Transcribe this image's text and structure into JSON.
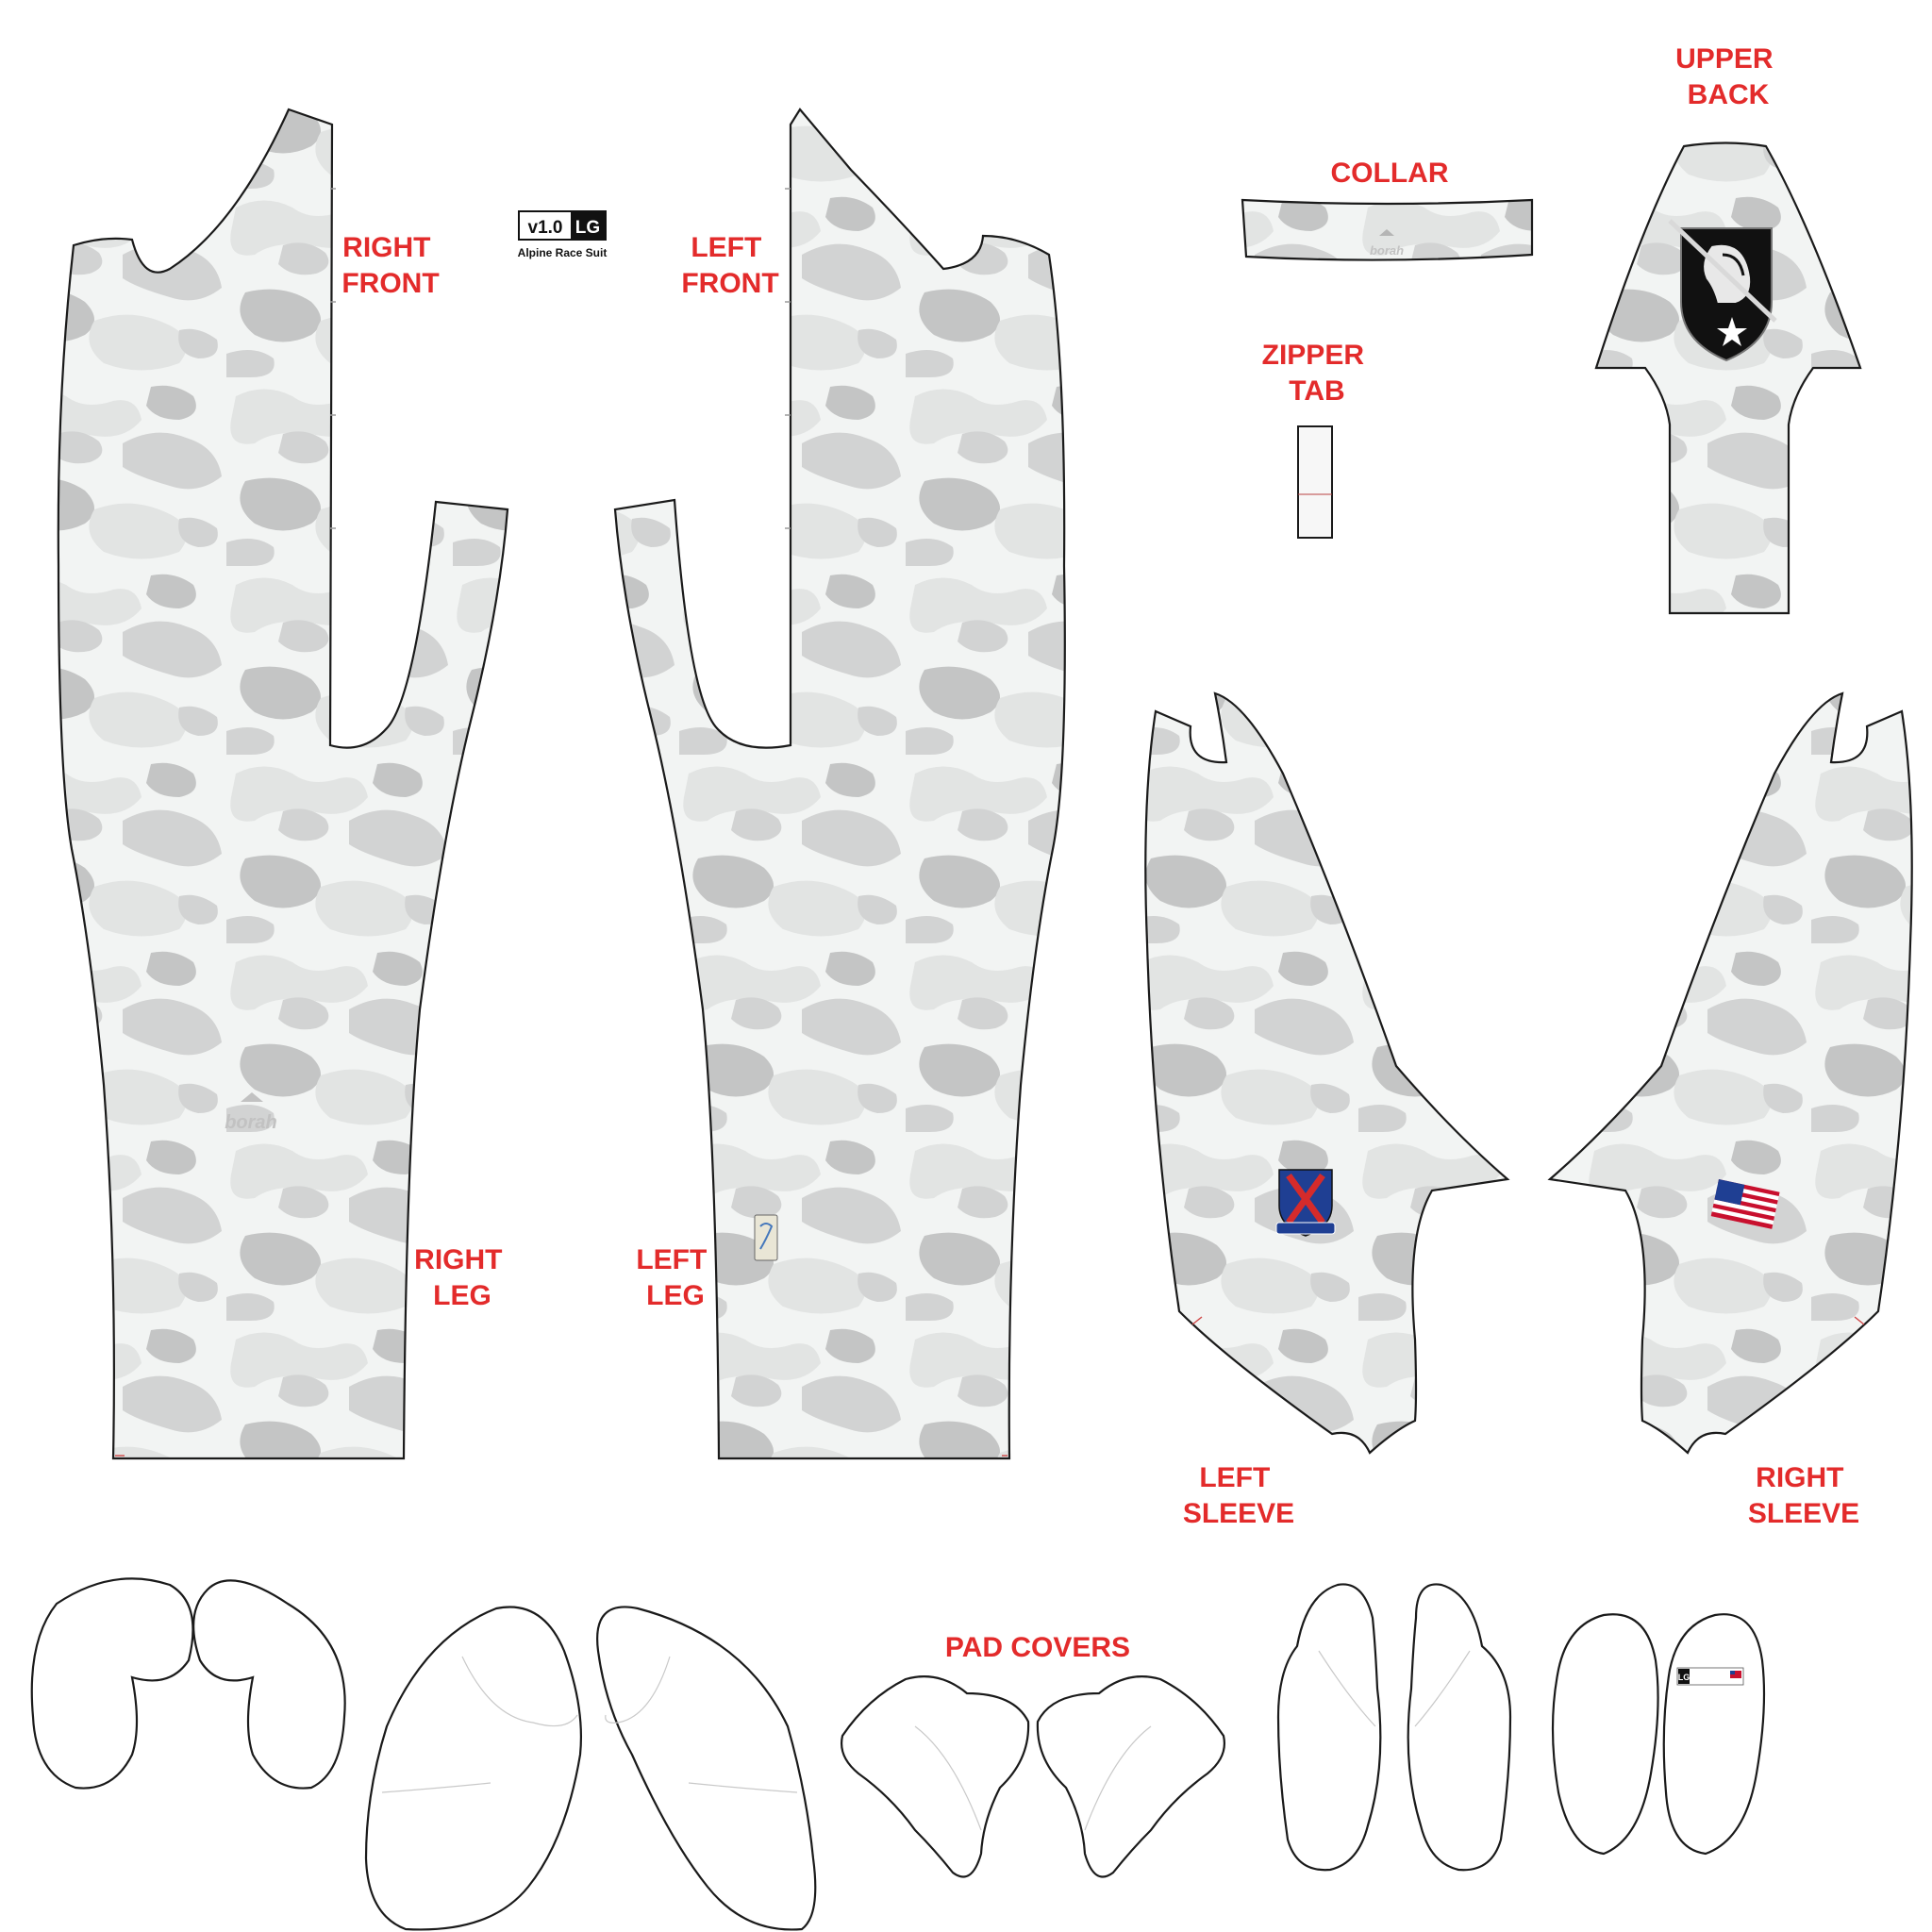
{
  "labels": {
    "right_front": [
      "RIGHT",
      "FRONT"
    ],
    "left_front": [
      "LEFT",
      "FRONT"
    ],
    "collar": "COLLAR",
    "upper_back": [
      "UPPER",
      "BACK"
    ],
    "zipper_tab": [
      "ZIPPER",
      "TAB"
    ],
    "right_leg": [
      "RIGHT",
      "LEG"
    ],
    "left_leg": [
      "LEFT",
      "LEG"
    ],
    "left_sleeve": [
      "LEFT",
      "SLEEVE"
    ],
    "right_sleeve": [
      "RIGHT",
      "SLEEVE"
    ],
    "pad_covers": "PAD COVERS"
  },
  "version_badge": {
    "version": "v1.0",
    "size": "LG",
    "product": "Alpine Race Suit"
  },
  "brand_mark": "borah",
  "size_tag": "LG",
  "icons": [
    "army-knight-shield-icon",
    "divisional-patch-icon",
    "us-flag-icon",
    "borah-logo-icon",
    "fis-tag-icon"
  ],
  "colors": {
    "label_red": "#e32b2b",
    "camo_base": "#f2f4f3",
    "camo_light": "#e2e4e3",
    "camo_mid": "#d2d3d3",
    "camo_dark": "#c4c5c5",
    "outline": "#1a1a1a"
  }
}
